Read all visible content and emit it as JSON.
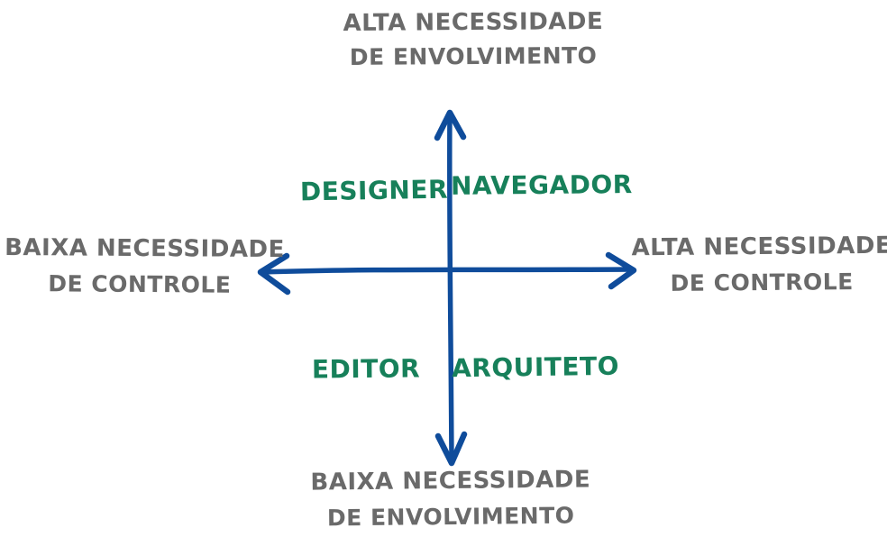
{
  "diagram": {
    "type": "quadrant-matrix",
    "axes": {
      "vertical_top": {
        "line1": "ALTA NECESSIDADE",
        "line2": "DE ENVOLVIMENTO"
      },
      "vertical_bottom": {
        "line1": "BAIXA NECESSIDADE",
        "line2": "DE ENVOLVIMENTO"
      },
      "horizontal_left": {
        "line1": "BAIXA NECESSIDADE",
        "line2": "DE CONTROLE"
      },
      "horizontal_right": {
        "line1": "ALTA NECESSIDADE",
        "line2": "DE CONTROLE"
      }
    },
    "quadrants": {
      "top_left": "DESIGNER",
      "top_right": "NAVEGADOR",
      "bottom_left": "EDITOR",
      "bottom_right": "ARQUITETO"
    },
    "colors": {
      "axis_arrow_blue": "#0f4c9b",
      "axis_label_gray": "#6a6a6a",
      "quadrant_label_green": "#17805a",
      "background": "#ffffff"
    }
  }
}
